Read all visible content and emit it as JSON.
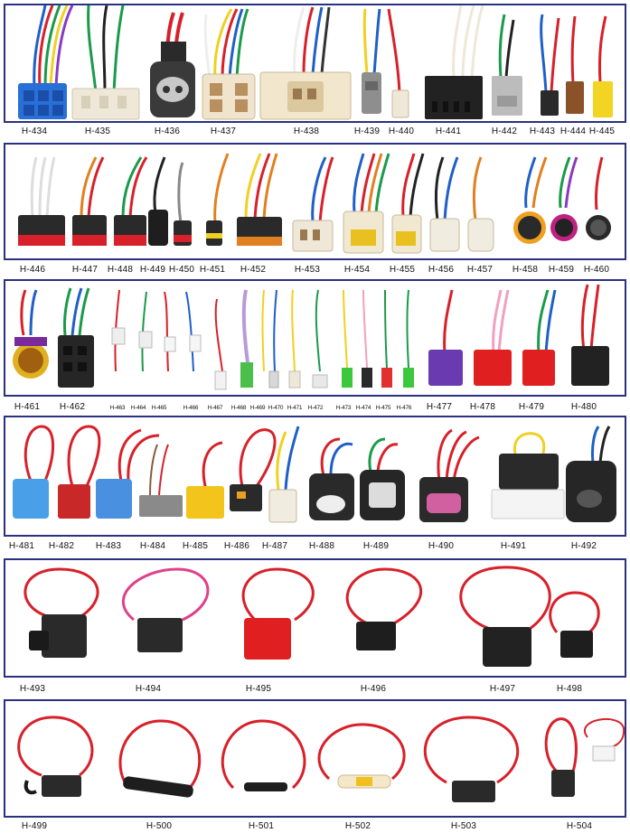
{
  "catalog": {
    "rows": [
      {
        "labels": [
          "H-434",
          "H-435",
          "H-436",
          "H-437",
          "H-438",
          "H-439",
          "H-440",
          "H-441",
          "H-442",
          "H-443",
          "H-444",
          "H-445"
        ]
      },
      {
        "labels": [
          "H-446",
          "H-447",
          "H-448",
          "H-449",
          "H-450",
          "H-451",
          "H-452",
          "H-453",
          "H-454",
          "H-455",
          "H-456",
          "H-457",
          "H-458",
          "H-459",
          "H-460"
        ]
      },
      {
        "labels": [
          "H-461",
          "H-462",
          "H-463",
          "H-464",
          "H-465",
          "H-466",
          "H-467",
          "H-468",
          "H-469",
          "H-470",
          "H-471",
          "H-472",
          "H-473",
          "H-474",
          "H-475",
          "H-476",
          "H-477",
          "H-478",
          "H-479",
          "H-480"
        ]
      },
      {
        "labels": [
          "H-481",
          "H-482",
          "H-483",
          "H-484",
          "H-485",
          "H-486",
          "H-487",
          "H-488",
          "H-489",
          "H-490",
          "H-491",
          "H-492"
        ]
      },
      {
        "labels": [
          "H-493",
          "H-494",
          "H-495",
          "H-496",
          "H-497",
          "H-498"
        ]
      },
      {
        "labels": [
          "H-499",
          "H-500",
          "H-501",
          "H-502",
          "H-503",
          "H-504"
        ]
      }
    ]
  },
  "colors": {
    "frame": "#2a3180",
    "wire_red": "#d8202a",
    "wire_blue": "#1f5fc8",
    "wire_green": "#1a9a4a",
    "wire_yellow": "#f0d020",
    "housing_black": "#2a2a2a",
    "housing_white": "#efe8d8",
    "housing_blue": "#2870d8",
    "housing_red": "#d83030"
  }
}
